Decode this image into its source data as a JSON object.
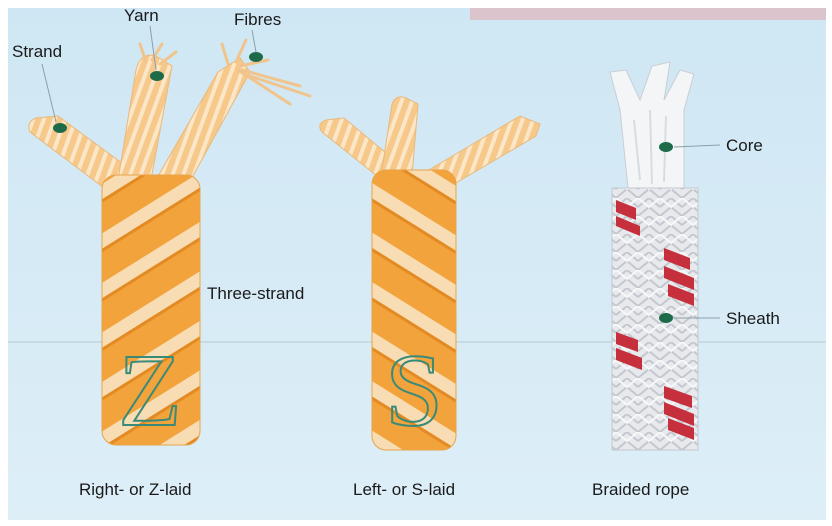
{
  "labels": {
    "yarn": "Yarn",
    "fibres": "Fibres",
    "strand": "Strand",
    "three_strand": "Three-strand",
    "core": "Core",
    "sheath": "Sheath"
  },
  "letters": {
    "z": "Z",
    "s": "S"
  },
  "captions": {
    "z_laid": "Right- or Z-laid",
    "s_laid": "Left- or S-laid",
    "braided": "Braided rope"
  },
  "colors": {
    "background": "#d3e9f4",
    "rope_orange": "#f2a33c",
    "rope_light": "#f8dcb4",
    "braid_grey": "#e7e9ec",
    "braid_red": "#c5303c",
    "marker_green": "#1e6b4a",
    "letter_outline": "#3a8a78"
  }
}
